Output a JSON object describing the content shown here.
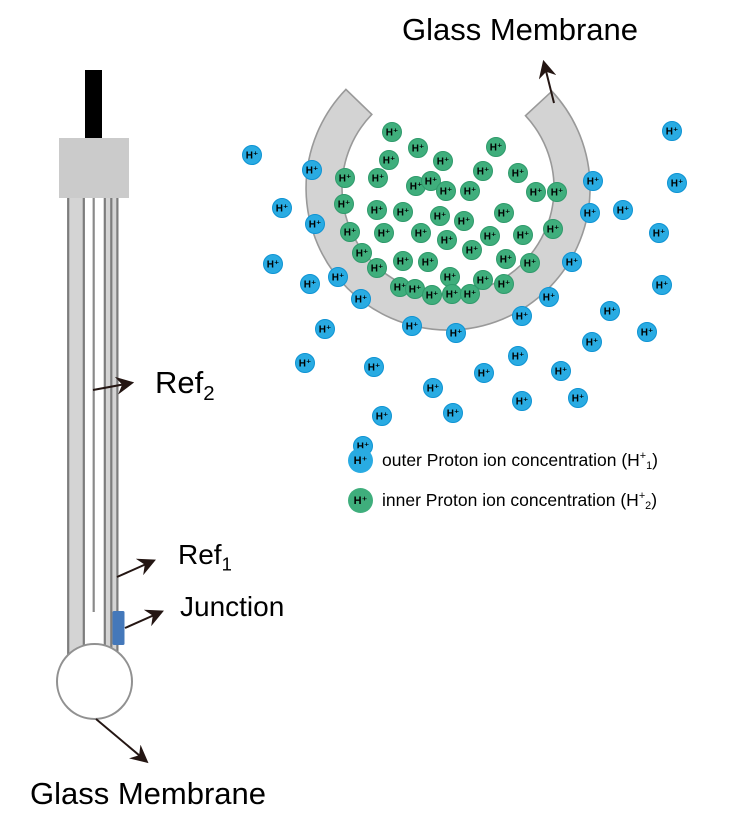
{
  "figure": {
    "membrane_label_top": "Glass Membrane",
    "membrane_label_bottom": "Glass Membrane"
  },
  "electrode": {
    "ref2": {
      "base": "Ref",
      "sub": "2"
    },
    "ref1": {
      "base": "Ref",
      "sub": "1"
    },
    "junction_label": "Junction"
  },
  "ions": {
    "symbol": "H⁺",
    "outer": [
      [
        252,
        155
      ],
      [
        312,
        170
      ],
      [
        282,
        208
      ],
      [
        315,
        224
      ],
      [
        273,
        264
      ],
      [
        310,
        284
      ],
      [
        338,
        277
      ],
      [
        361,
        299
      ],
      [
        325,
        329
      ],
      [
        305,
        363
      ],
      [
        412,
        326
      ],
      [
        456,
        333
      ],
      [
        374,
        367
      ],
      [
        433,
        388
      ],
      [
        382,
        416
      ],
      [
        453,
        413
      ],
      [
        363,
        446
      ],
      [
        484,
        373
      ],
      [
        518,
        356
      ],
      [
        522,
        316
      ],
      [
        549,
        297
      ],
      [
        522,
        401
      ],
      [
        561,
        371
      ],
      [
        578,
        398
      ],
      [
        572,
        262
      ],
      [
        593,
        181
      ],
      [
        590,
        213
      ],
      [
        623,
        210
      ],
      [
        672,
        131
      ],
      [
        677,
        183
      ],
      [
        659,
        233
      ],
      [
        662,
        285
      ],
      [
        610,
        311
      ],
      [
        647,
        332
      ],
      [
        592,
        342
      ]
    ],
    "inner": [
      [
        392,
        132
      ],
      [
        418,
        148
      ],
      [
        496,
        147
      ],
      [
        389,
        160
      ],
      [
        443,
        161
      ],
      [
        483,
        171
      ],
      [
        518,
        173
      ],
      [
        345,
        178
      ],
      [
        378,
        178
      ],
      [
        416,
        186
      ],
      [
        431,
        181
      ],
      [
        446,
        191
      ],
      [
        470,
        191
      ],
      [
        536,
        192
      ],
      [
        557,
        192
      ],
      [
        344,
        204
      ],
      [
        377,
        210
      ],
      [
        403,
        212
      ],
      [
        440,
        216
      ],
      [
        464,
        221
      ],
      [
        504,
        213
      ],
      [
        350,
        232
      ],
      [
        384,
        233
      ],
      [
        421,
        233
      ],
      [
        490,
        236
      ],
      [
        523,
        235
      ],
      [
        553,
        229
      ],
      [
        447,
        240
      ],
      [
        362,
        253
      ],
      [
        472,
        250
      ],
      [
        403,
        261
      ],
      [
        428,
        262
      ],
      [
        506,
        259
      ],
      [
        530,
        263
      ],
      [
        377,
        268
      ],
      [
        450,
        277
      ],
      [
        483,
        280
      ],
      [
        504,
        284
      ],
      [
        400,
        287
      ],
      [
        415,
        289
      ],
      [
        432,
        295
      ],
      [
        452,
        294
      ],
      [
        470,
        294
      ]
    ]
  },
  "legend": {
    "items": [
      {
        "symbol": "H⁺",
        "color": "#29abe2",
        "text": "outer Proton ion concentration (H",
        "sup": "+",
        "sub": "1",
        "suffix": ")"
      },
      {
        "symbol": "H⁺",
        "color": "#3fae7c",
        "text": "inner Proton ion concentration (H",
        "sup": "+",
        "sub": "2",
        "suffix": ")"
      }
    ]
  },
  "colors": {
    "outer_ion_fill": "#29abe2",
    "outer_ion_stroke": "#0e93d3",
    "inner_ion_fill": "#3fae7c",
    "inner_ion_stroke": "#2f9a6b",
    "membrane_fill": "#d3d3d3",
    "membrane_stroke": "#999999",
    "tube_fill": "#d4d4d4",
    "tube_line": "#7d7d7d",
    "junction_fill": "#4478ba",
    "arrow": "#241613"
  }
}
